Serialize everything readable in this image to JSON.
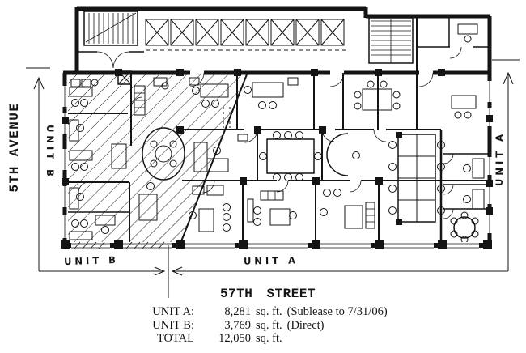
{
  "colors": {
    "ink": "#141414",
    "paper": "#ffffff"
  },
  "streets": {
    "left": "5TH AVENUE",
    "bottom": "57TH STREET"
  },
  "dimensions": {
    "left_vertical_label": "UNIT B",
    "right_vertical_label": "UNIT A",
    "bottom_left_label": "UNIT B",
    "bottom_right_label": "UNIT A"
  },
  "summary": {
    "rows": [
      {
        "label": "UNIT A:",
        "value": "8,281",
        "unit": "sq. ft.",
        "note": "(Sublease to 7/31/06)"
      },
      {
        "label": "UNIT B:",
        "value": "3,769",
        "unit": "sq. ft.",
        "note": "(Direct)"
      },
      {
        "label": "TOTAL",
        "value": "12,050",
        "unit": "sq. ft.",
        "note": ""
      }
    ]
  },
  "plan": {
    "elevator_count": 8,
    "stair_count": 2
  }
}
